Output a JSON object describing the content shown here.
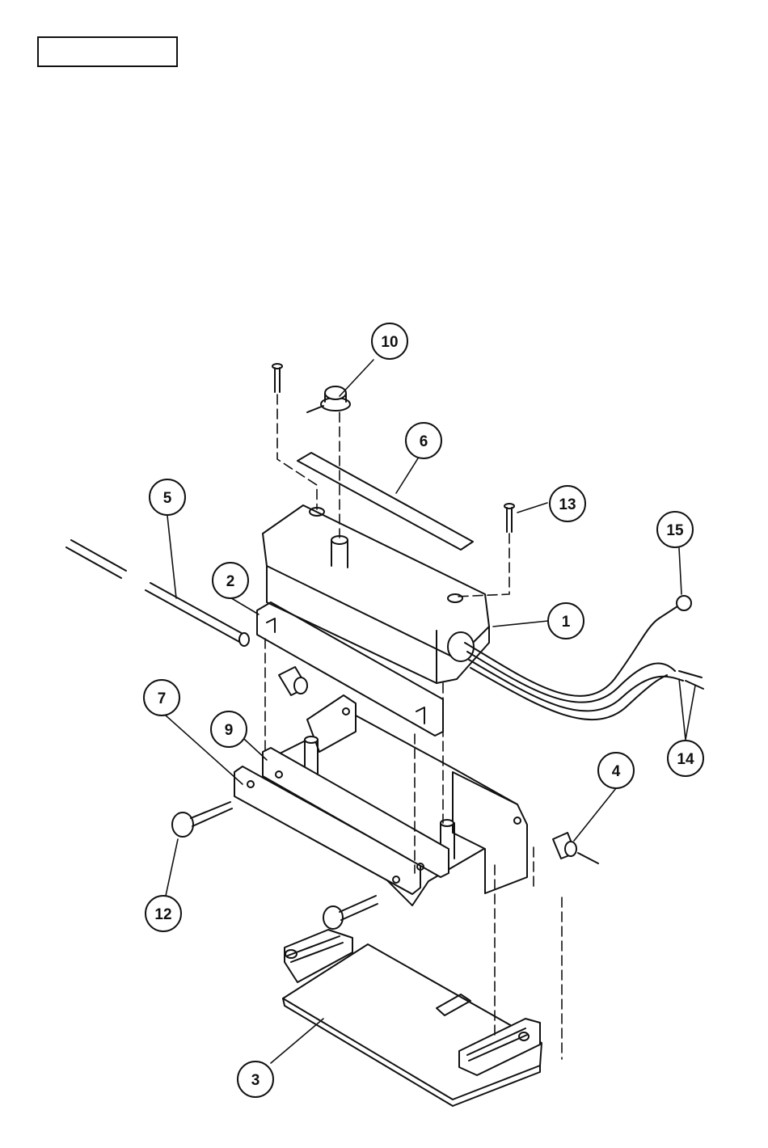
{
  "header": {
    "label_box_text": ""
  },
  "diagram": {
    "callouts": [
      "1",
      "2",
      "3",
      "4",
      "5",
      "6",
      "7",
      "9",
      "10",
      "12",
      "13",
      "14",
      "15"
    ],
    "colors": {
      "ink": "#111111",
      "paper": "#ffffff",
      "shade": "#9a9a9a"
    }
  }
}
